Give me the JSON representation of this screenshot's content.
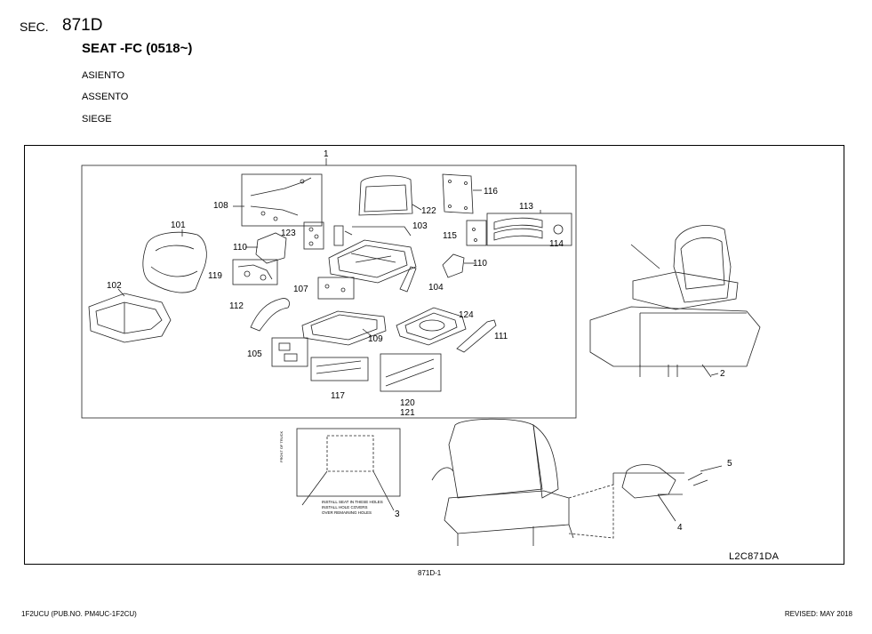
{
  "header": {
    "sec_label": "SEC.",
    "sec_code": "871D",
    "title": "SEAT -FC (0518~)",
    "translations": [
      "ASIENTO",
      "ASSENTO",
      "SIEGE"
    ]
  },
  "diagram": {
    "callouts": [
      "1",
      "2",
      "3",
      "4",
      "5",
      "101",
      "102",
      "103",
      "104",
      "105",
      "107",
      "108",
      "109",
      "110",
      "110",
      "111",
      "112",
      "113",
      "114",
      "115",
      "116",
      "117",
      "119",
      "120",
      "121",
      "122",
      "123",
      "124"
    ],
    "drawing_code": "L2C871DA",
    "note_front": "FRONT OF TRUCK",
    "note_install": [
      "INSTALL SEAT IN THESE HOLES",
      "INSTALL HOLE COVERS",
      "OVER REMAINING HOLES"
    ]
  },
  "footer": {
    "page_code": "871D-1",
    "publication": "1F2UCU (PUB.NO. PM4UC-1F2CU)",
    "revised": "REVISED: MAY 2018"
  }
}
